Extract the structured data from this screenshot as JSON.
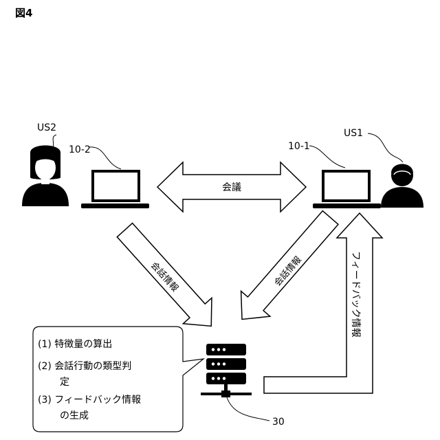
{
  "figure": {
    "title": "図4"
  },
  "labels": {
    "user2": "US2",
    "user1": "US1",
    "device2": "10-2",
    "device1": "10-1",
    "server": "30"
  },
  "arrows": {
    "meeting": "会議",
    "conv_info": "会話情報",
    "feedback_info": "フィードバック情報"
  },
  "process_steps": [
    {
      "line1": "(1)  特徴量の算出",
      "line2": ""
    },
    {
      "line1": "(2)  会話行動の類型判",
      "line2": "定"
    },
    {
      "line1": "(3)  フィードバック情報",
      "line2": "の生成"
    }
  ],
  "colors": {
    "ink": "#000000",
    "paper": "#ffffff"
  }
}
